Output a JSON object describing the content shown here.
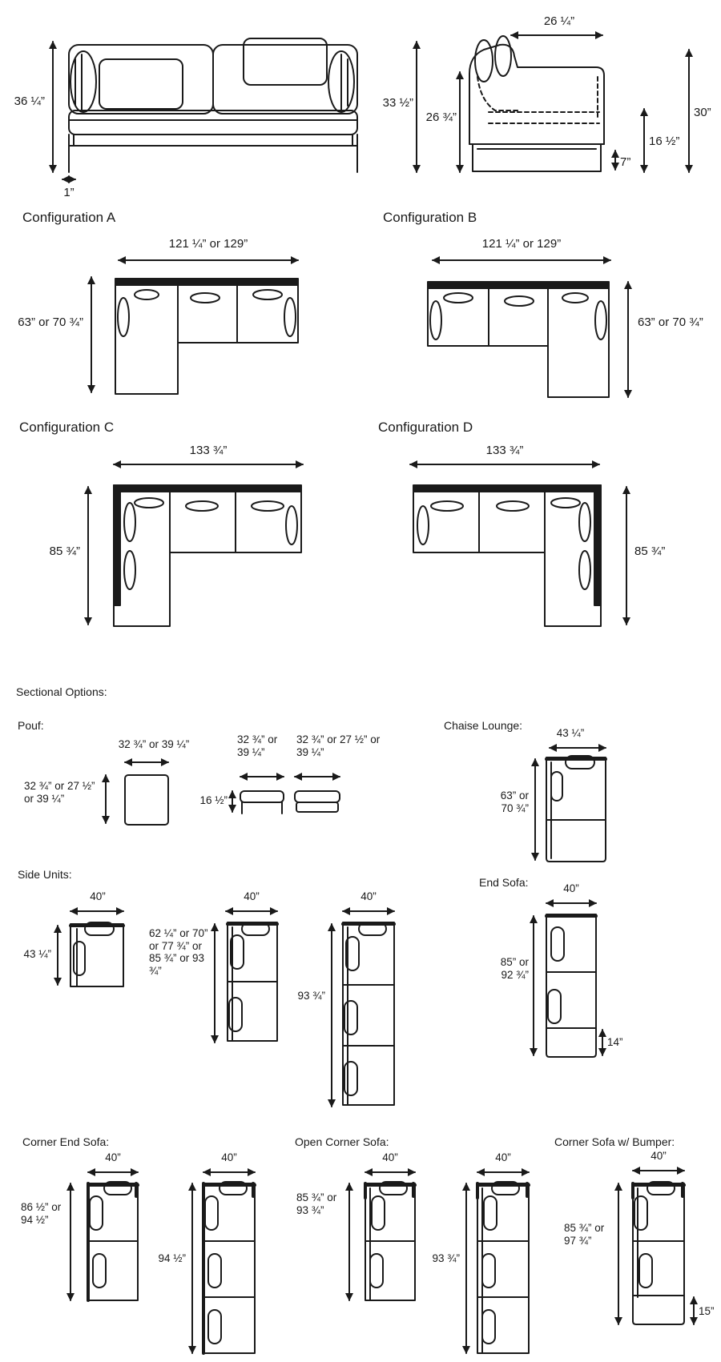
{
  "elevations": {
    "front_height": "36 ¼”",
    "front_leg_offset": "1”",
    "side_total_height": "33 ½”",
    "side_back_height": "26 ¾”",
    "side_seat_depth": "26 ¼”",
    "side_arm_height": "30”",
    "side_seat_height": "16 ½”",
    "side_leg_height": "7”"
  },
  "configurations": [
    {
      "title": "Configuration A",
      "width": "121 ¼” or 129”",
      "depth": "63” or 70 ¾”"
    },
    {
      "title": "Configuration B",
      "width": "121 ¼” or 129”",
      "depth": "63” or 70 ¾”"
    },
    {
      "title": "Configuration C",
      "width": "133 ¾”",
      "depth": "85 ¾”"
    },
    {
      "title": "Configuration D",
      "width": "133 ¾”",
      "depth": "85 ¾”"
    }
  ],
  "sectional_options": {
    "title": "Sectional Options:",
    "pouf": {
      "title": "Pouf:",
      "width": "32 ¾” or 39 ¼”",
      "depth": "32 ¾” or 27 ½” or 39 ¼”",
      "height": "16 ½”",
      "side_width_a": "32 ¾” or 39 ¼”",
      "side_width_b": "32 ¾” or 27 ½” or 39 ¼”"
    },
    "chaise": {
      "title": "Chaise Lounge:",
      "width": "43 ¼”",
      "depth": "63” or 70 ¾”"
    },
    "side_units": {
      "title": "Side Units:",
      "units": [
        {
          "width": "40”",
          "depth": "43 ¼”"
        },
        {
          "width": "40”",
          "depth": "62 ¼” or 70” or 77 ¾” or 85 ¾” or 93 ¾”"
        },
        {
          "width": "40”",
          "depth": "93 ¾”"
        }
      ]
    },
    "end_sofa": {
      "title": "End Sofa:",
      "width": "40”",
      "depth": "85” or 92 ¾”",
      "bumper": "14”"
    },
    "corner_end_sofa": {
      "title": "Corner End Sofa:",
      "units": [
        {
          "width": "40”",
          "depth": "86 ½” or 94 ½”"
        },
        {
          "width": "40”",
          "depth": "94 ½”"
        }
      ]
    },
    "open_corner_sofa": {
      "title": "Open Corner Sofa:",
      "units": [
        {
          "width": "40”",
          "depth": "85 ¾” or 93 ¾”"
        },
        {
          "width": "40”",
          "depth": "93 ¾”"
        }
      ]
    },
    "corner_bumper": {
      "title": "Corner Sofa w/ Bumper:",
      "width": "40”",
      "depth": "85 ¾” or 97 ¾”",
      "bumper": "15”"
    }
  }
}
